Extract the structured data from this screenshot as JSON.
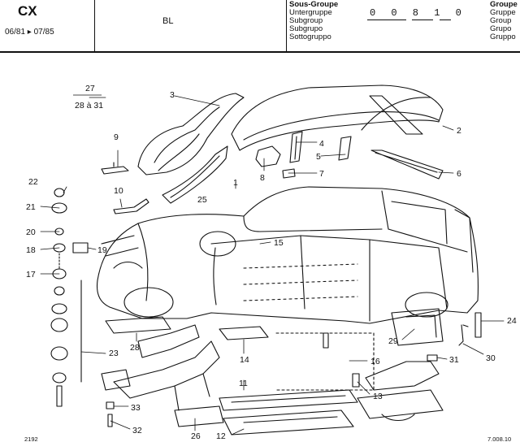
{
  "header": {
    "model": "CX",
    "period": "06/81 ▸ 07/85",
    "box_text": "BL",
    "sous_groupe": [
      "Sous-Groupe",
      "Untergruppe",
      "Subgroup",
      "Subgrupo",
      "Sottogruppo"
    ],
    "code": "0 0 8 1 0",
    "groupe": [
      "Groupe",
      "Gruppe",
      "Group",
      "Grupo",
      "Gruppo"
    ]
  },
  "callouts": {
    "c1": "1",
    "c2": "2",
    "c3": "3",
    "c4": "4",
    "c5": "5",
    "c6": "6",
    "c7": "7",
    "c8": "8",
    "c9": "9",
    "c10": "10",
    "c11": "11",
    "c12": "12",
    "c13": "13",
    "c14": "14",
    "c15": "15",
    "c16": "16",
    "c17": "17",
    "c18": "18",
    "c19": "19",
    "c20": "20",
    "c21": "21",
    "c22": "22",
    "c23": "23",
    "c24": "24",
    "c25": "25",
    "c26": "26",
    "c27": "27",
    "c27sub": "28 à 31",
    "c28": "28",
    "c29": "29",
    "c30": "30",
    "c31": "31",
    "c32": "32",
    "c33": "33"
  },
  "footer": {
    "left_code": "2192",
    "right_code": "7.008.10"
  }
}
